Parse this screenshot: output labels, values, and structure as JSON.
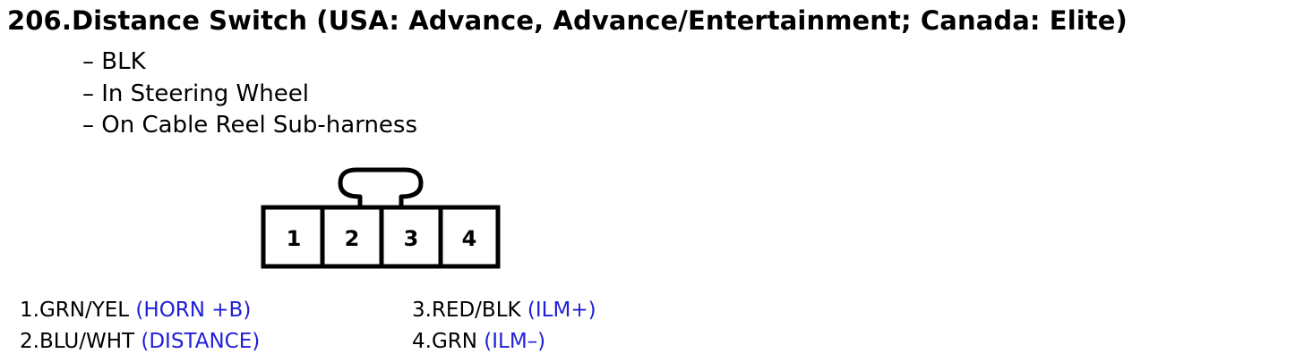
{
  "title": "206.Distance Switch (USA: Advance, Advance/Entertainment; Canada: Elite)",
  "notes": [
    "– BLK",
    "– In Steering Wheel",
    "– On Cable Reel Sub-harness"
  ],
  "connector": {
    "pins": [
      "1",
      "2",
      "3",
      "4"
    ]
  },
  "pin_legend": [
    {
      "wire": "1.GRN/YEL ",
      "function": "(HORN +B)"
    },
    {
      "wire": "2.BLU/WHT ",
      "function": "(DISTANCE)"
    },
    {
      "wire": "3.RED/BLK ",
      "function": "(ILM+)"
    },
    {
      "wire": "4.GRN  ",
      "function": "(ILM–)"
    }
  ],
  "colors": {
    "function_text": "#1f1fd6"
  }
}
